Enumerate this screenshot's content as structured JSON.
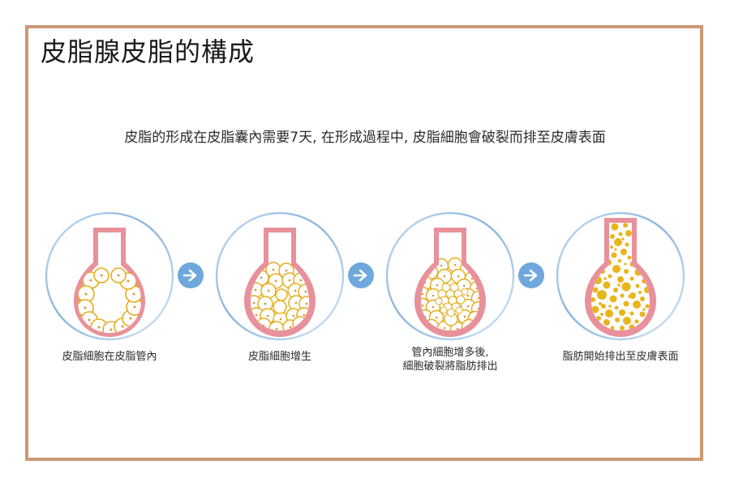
{
  "slide": {
    "title": "皮脂腺皮脂的構成",
    "subtitle": "皮脂的形成在皮脂囊內需要7天, 在形成過程中, 皮脂細胞會破裂而排至皮膚表面",
    "frame_color": "#cc9975",
    "background_color": "#ffffff",
    "title_color": "#1a1a1a",
    "text_color": "#2b2b2b"
  },
  "palette": {
    "duct_pink": "#e8919b",
    "duct_pink_light": "#efb3ba",
    "cell_yellow": "#e5ad1c",
    "cell_yellow_fill": "#f2c93b",
    "lipid_yellow": "#e9b51c",
    "circle_blue": "#8fb8e0",
    "arrow_blue": "#6ea8dc"
  },
  "stages": [
    {
      "index": 1,
      "caption": "皮脂細胞在皮脂管內",
      "description": "sebaceous-duct-with-lining-cells",
      "cell_count": 14,
      "fill_state": "lining-only"
    },
    {
      "index": 2,
      "caption": "皮脂細胞增生",
      "description": "sebaceous-duct-cells-proliferating",
      "cell_count": 32,
      "fill_state": "mostly-filled-small-lumen"
    },
    {
      "index": 3,
      "caption": "管內細胞增多後,\n細胞破裂將脂肪排出",
      "description": "sebaceous-duct-cells-packed-and-rupturing",
      "cell_count": 44,
      "fill_state": "completely-packed"
    },
    {
      "index": 4,
      "caption": "脂肪開始排出至皮膚表面",
      "description": "sebum-lipid-droplets-released",
      "droplet_count": 80,
      "fill_state": "lipid-droplets"
    }
  ],
  "arrows": [
    {
      "index": 1,
      "glyph": "→",
      "label": "arrow-stage-1-to-2"
    },
    {
      "index": 2,
      "glyph": "→",
      "label": "arrow-stage-2-to-3"
    },
    {
      "index": 3,
      "glyph": "→",
      "label": "arrow-stage-3-to-4"
    }
  ]
}
